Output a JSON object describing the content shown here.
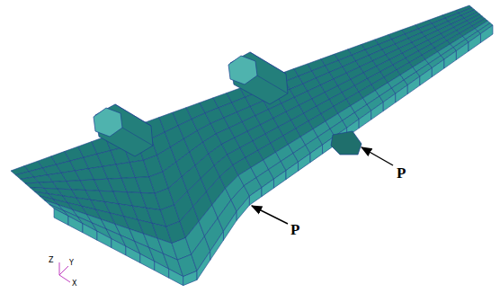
{
  "diagram": {
    "labels": [
      "P",
      "P",
      "Z",
      "Y",
      "X"
    ]
  }
}
